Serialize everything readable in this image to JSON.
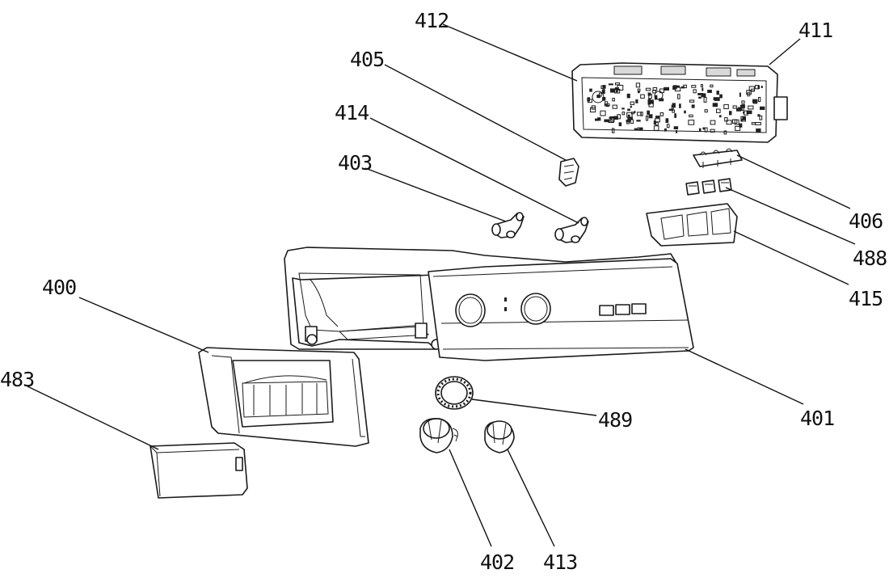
{
  "diagram": {
    "labels": {
      "p400": "400",
      "p401": "401",
      "p402": "402",
      "p403": "403",
      "p405": "405",
      "p406": "406",
      "p411": "411",
      "p412": "412",
      "p413": "413",
      "p414": "414",
      "p415": "415",
      "p483": "483",
      "p488": "488",
      "p489": "489"
    }
  }
}
